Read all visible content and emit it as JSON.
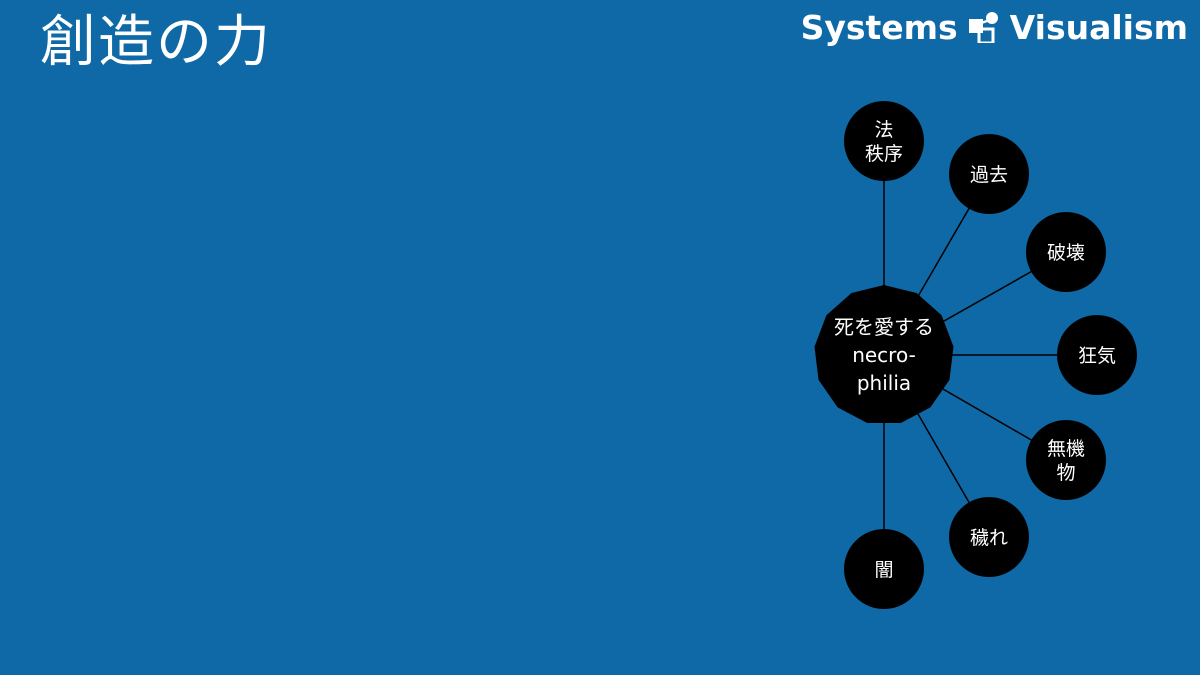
{
  "slide": {
    "title": "創造の力",
    "brand": {
      "left_text": "Systems",
      "right_text": "Visualism",
      "icon": "systems-visualism-logo-icon"
    }
  },
  "diagram": {
    "background_color": "#0e69a6",
    "node_color": "#000000",
    "text_color": "#ffffff",
    "line_color": "#000000",
    "center": {
      "lines": [
        "死を愛する",
        "necro-",
        "philia"
      ]
    },
    "nodes": [
      {
        "id": "law-order",
        "lines": [
          "法",
          "秩序"
        ]
      },
      {
        "id": "past",
        "lines": [
          "過去"
        ]
      },
      {
        "id": "destruction",
        "lines": [
          "破壊"
        ]
      },
      {
        "id": "madness",
        "lines": [
          "狂気"
        ]
      },
      {
        "id": "inorganic",
        "lines": [
          "無機",
          "物"
        ]
      },
      {
        "id": "defilement",
        "lines": [
          "穢れ"
        ]
      },
      {
        "id": "darkness",
        "lines": [
          "闇"
        ]
      }
    ]
  }
}
